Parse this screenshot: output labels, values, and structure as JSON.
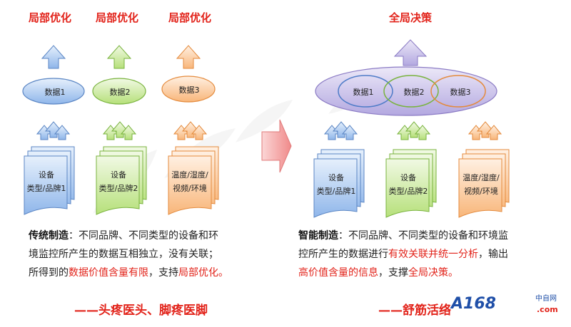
{
  "left": {
    "titles": [
      "局部优化",
      "局部优化",
      "局部优化"
    ],
    "data_labels": [
      "数据1",
      "数据2",
      "数据3"
    ],
    "docs": [
      [
        "设备",
        "类型/品牌1"
      ],
      [
        "设备",
        "类型/品牌2"
      ],
      [
        "温度/湿度/",
        "视频/环境"
      ]
    ],
    "colors": [
      "#6a9ee0",
      "#92d050",
      "#f5a25c"
    ]
  },
  "right": {
    "title": "全局决策",
    "data_labels": [
      "数据1",
      "数据2",
      "数据3"
    ],
    "docs": [
      [
        "设备",
        "类型/品牌1"
      ],
      [
        "设备",
        "类型/品牌2"
      ],
      [
        "温度/湿度/",
        "视频/环境"
      ]
    ],
    "colors": [
      "#6a9ee0",
      "#92d050",
      "#f5a25c",
      "#9a8ad0"
    ]
  },
  "traditional": {
    "heading": "传统制造",
    "line1": "：不同品牌、不同类型的设备和环",
    "line2": "境监控所产生的数据互相独立，没有关联；",
    "line3_a": "所得到的",
    "line3_b": "数据价值含量有限",
    "line3_c": "，支持",
    "line3_d": "局部优化。",
    "slogan": "——头疼医头、脚疼医脚"
  },
  "smart": {
    "heading": "智能制造",
    "line1": "：不同品牌、不同类型的设备和环境监",
    "line2_a": "控所产生的数据进行",
    "line2_b": "有效关联并统一分析",
    "line2_c": "，输出",
    "line3_a": "高价值含量的信息",
    "line3_b": "，支撑",
    "line3_c": "全局决策。",
    "slogan": "——舒筋活络",
    "watermark": "中自网",
    "watermark_sub": "A168",
    "watermark_dom": ".com"
  }
}
